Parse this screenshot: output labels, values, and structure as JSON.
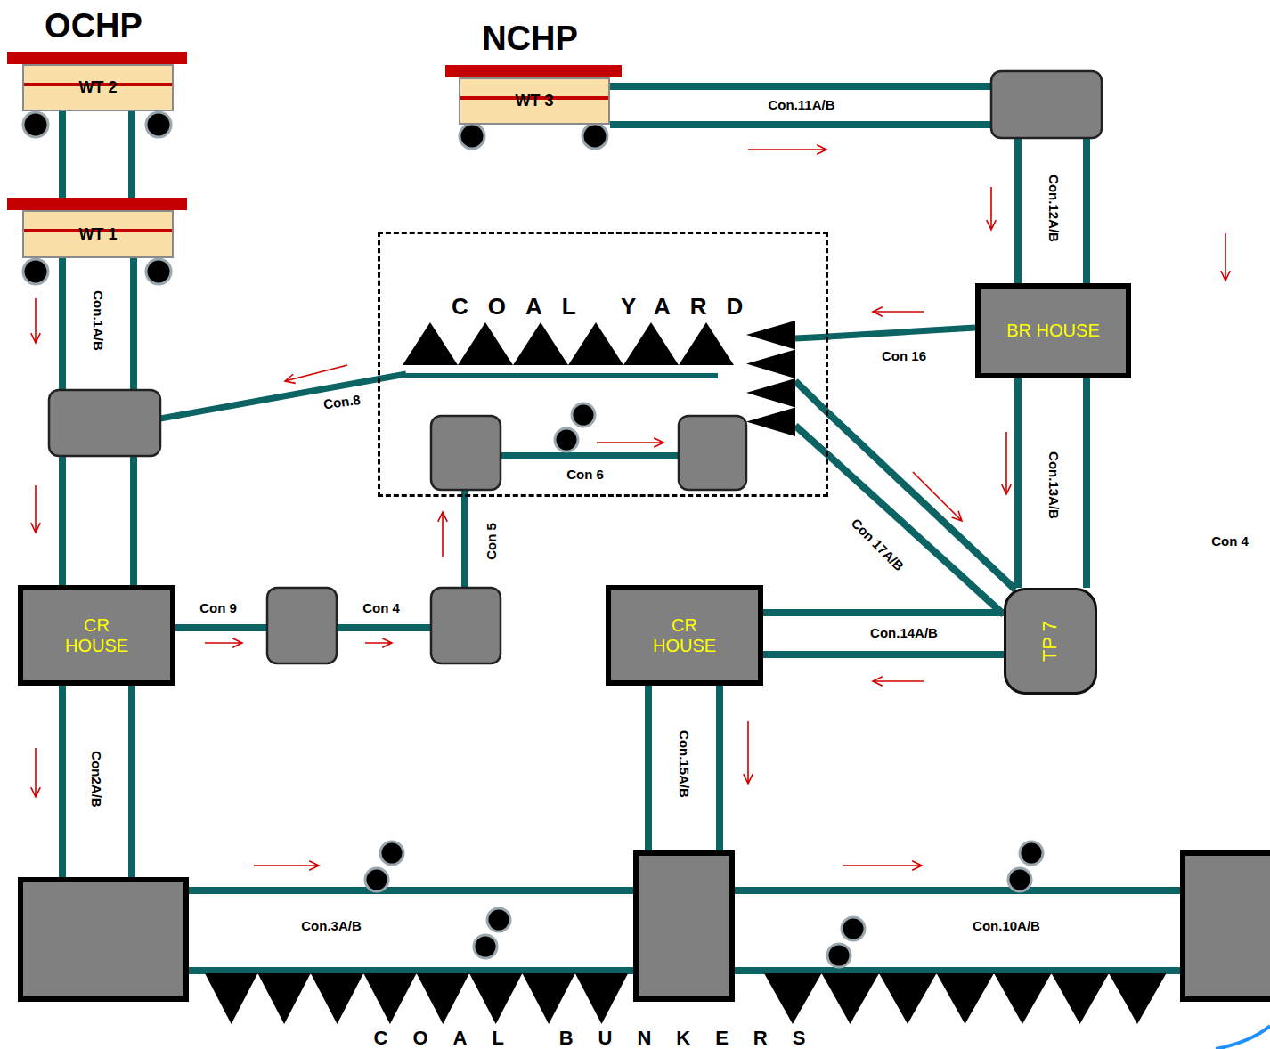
{
  "diagram": {
    "nodes": [
      {
        "text": [
          "WT 2"
        ]
      },
      {
        "text": [
          "WT 1"
        ]
      },
      {
        "text": [
          "WT 3"
        ]
      },
      {
        "text": [
          "COAL YARD"
        ]
      },
      {
        "text": [
          "BR HOUSE"
        ]
      },
      {
        "text": [
          "CR HOUSE"
        ]
      },
      {
        "text": [
          "CR HOUSE"
        ]
      },
      {
        "text": [
          "TP 7"
        ]
      }
    ],
    "edges": [
      {
        "from": 0,
        "to": 1,
        "arrow": "none"
      },
      {
        "from": 1,
        "to": 5,
        "label": "Con.1A/B",
        "arrow": "none"
      },
      {
        "from": 2,
        "to": 4,
        "label": "Con.11A/B",
        "arrow": "none"
      },
      {
        "from": 4,
        "to": 3,
        "label": "Con 16",
        "arrow": "none"
      },
      {
        "from": 3,
        "to": 7,
        "label": "Con 17A/B",
        "arrow": "none"
      },
      {
        "from": 4,
        "to": 7,
        "label": "Con.13A/B",
        "arrow": "none"
      },
      {
        "from": 7,
        "to": 6,
        "label": "Con.14A/B",
        "arrow": "none"
      }
    ],
    "labels": [
      "OCHP",
      "NCHP",
      "Con.12A/B",
      "Con.8",
      "Con 6",
      "Con 5",
      "Con 9",
      "Con 4",
      "Con 4",
      "Con2A/B",
      "Con.15A/B",
      "Con.3A/B",
      "Con.10A/B",
      "COAL BUNKERS"
    ]
  }
}
